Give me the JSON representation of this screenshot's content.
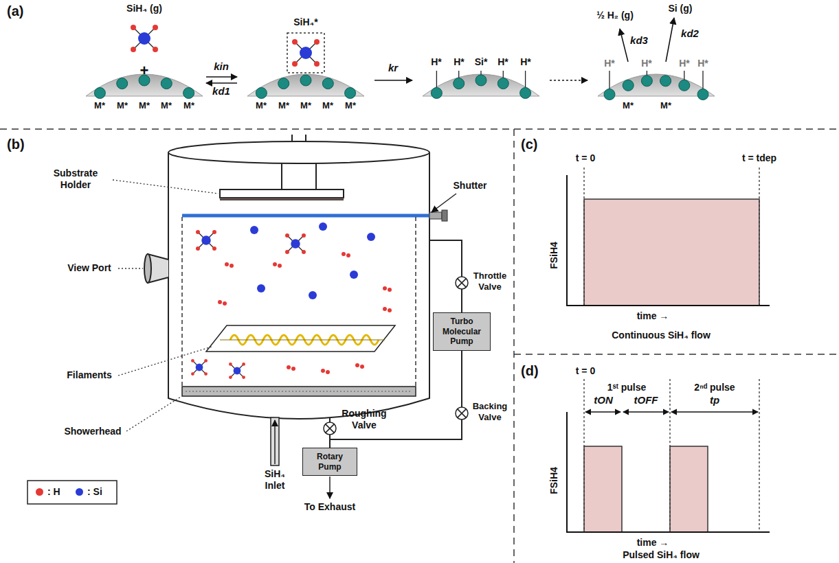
{
  "diagram": {
    "nodes": [
      {
        "text": [
          "Turbo Molecular Pump"
        ]
      },
      {
        "text": [
          "Rotary Pump"
        ]
      }
    ],
    "edges": [
      {
        "from": 0,
        "to": 1,
        "arrow": "none"
      }
    ],
    "labels": [
      "(a)",
      "SiH₄ (g)",
      "+",
      "M*",
      "M*",
      "M*",
      "M*",
      "M*",
      "kin",
      "kd1",
      "SiH₄*",
      "M*",
      "M*",
      "M*",
      "M*",
      "M*",
      "kr",
      "H*",
      "H*",
      "Si*",
      "H*",
      "H*",
      "½ H₂ (g)",
      "Si (g)",
      "kd3",
      "kd2",
      "H*",
      "H*",
      "H*",
      "H*",
      "M*",
      "M*",
      "(b)",
      "Substrate Holder",
      "Shutter",
      "View Port",
      "Throttle Valve",
      "Filaments",
      "Showerhead",
      "Roughing Valve",
      "Backing Valve",
      "SiH₄ Inlet",
      "To Exhaust",
      "(c)",
      "t = 0",
      "t = tdep",
      "FSiH4",
      "time →",
      "Continuous SiH₄ flow",
      "(d)",
      "t = 0",
      "1ˢᵗ pulse",
      "tON",
      "tOFF",
      "2ⁿᵈ pulse",
      "tp",
      "FSiH4",
      "time →",
      "Pulsed SiH₄ flow"
    ],
    "legend": [
      {
        "text": ": H",
        "color": "#e53935"
      },
      {
        "text": ": Si",
        "color": "#2b3bd6"
      }
    ]
  }
}
